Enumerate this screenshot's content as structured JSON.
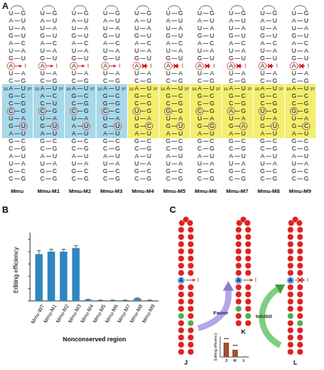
{
  "diagram": {
    "nodes": [
      {
        "text": [
          "A"
        ]
      },
      {
        "text": [
          "A"
        ]
      },
      {
        "text": [
          "A"
        ]
      }
    ],
    "labels": [
      "A",
      "UAUGAUGAUCAGCCUGAGCAUGC",
      "GUAUCAU",
      "AGUCGGAUUCGUACG",
      "I",
      "10",
      "37",
      "Mmu",
      "UAUGAUGAUCAACCUGAGCAUGC",
      "GUAUCAU",
      "AGUCUGAUUCGUACG",
      "I",
      "10",
      "37",
      "Mmu-M1",
      "UAUGAUGAUCAGCCUAAGCAUGC",
      "GUAUCAU",
      "AGUCGGAUUCGUACG",
      "I",
      "10",
      "37",
      "Mmu-M2",
      "UAUGAUGAUCAGGCUGAGCAUGC",
      "GUAUCAU",
      "AGUCGCAUUCGUACG",
      "I",
      "10",
      "37",
      "Mmu-M3",
      "UAUGAUGAUCAGCUUGAGCAUGC",
      "GUAUCAU",
      "AGUCGGACUCGUACG",
      "I",
      "10",
      "37",
      "Mmu-M4",
      "UAUGAUGAUCAGCGUGAGCAUGC",
      "GUAUCAU",
      "AGUCGGAUUCGUACG",
      "I",
      "10",
      "37",
      "Mmu-M5",
      "UAUGAUGAUCAGCCUGAGCAUGC",
      "GUAUCAU",
      "AGUCGGAGUCGUACG",
      "I",
      "10",
      "37",
      "Mmu-M6",
      "UAUGAUGAUCAGCAUGAGCAUGC",
      "GUAUCAU",
      "AGUCGGAAUCGUACG",
      "I",
      "10",
      "37",
      "Mmu-M7",
      "UAUGAUGAUCAGCUUGAGCAUGC",
      "GUAUCAU",
      "AGUCGGAUUCGUACG",
      "I",
      "10",
      "37",
      "Mmu-M8",
      "UAUGAUGAUCAGCGUGAGCAUGC",
      "GUAUCAU",
      "AGUCGGACUCGUACG",
      "I",
      "10",
      "37",
      "Mmu-M9",
      "B",
      "Editing efficiency",
      "Mmu-WT",
      "Mmu-M1",
      "Mmu-M2",
      "Mmu-M3",
      "Mmu-M4",
      "Mmu-M5",
      "Mmu-M6",
      "Mmu-M7",
      "Mmu-M8",
      "Mmu-M9",
      "Nonconserved region",
      "C",
      "I",
      "I",
      "I",
      "Favor",
      "Inhibit",
      "J",
      "K",
      "L",
      "***",
      "***",
      "Editing efficiency",
      "J",
      "K",
      "L"
    ]
  }
}
